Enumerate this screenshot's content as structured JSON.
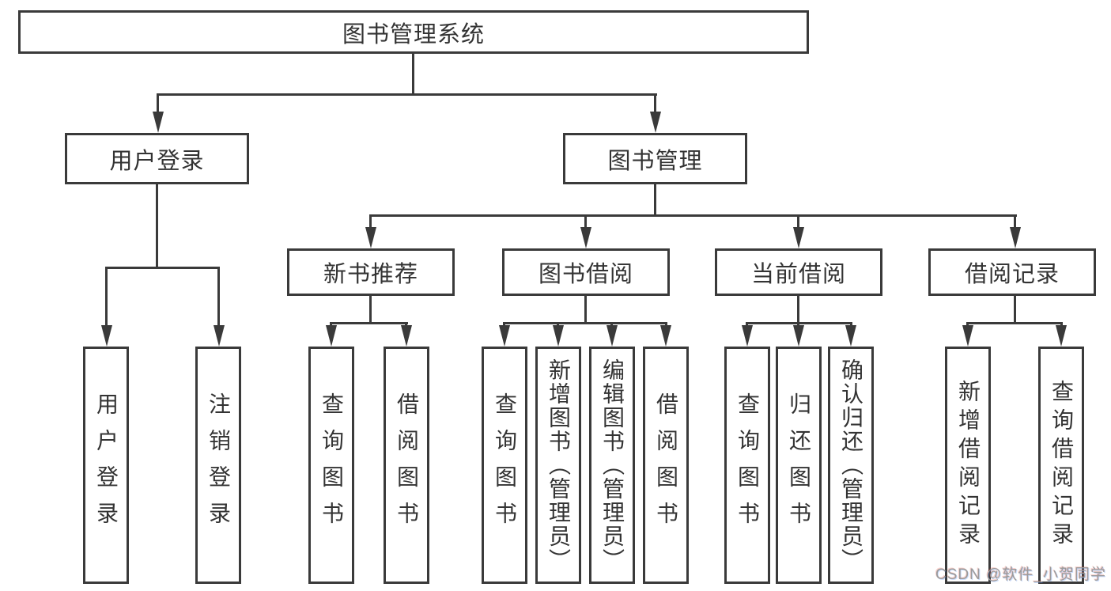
{
  "diagram": {
    "root": {
      "label": "图书管理系统"
    },
    "level2": [
      {
        "label": "用户登录"
      },
      {
        "label": "图书管理"
      }
    ],
    "level3": [
      {
        "label": "新书推荐"
      },
      {
        "label": "图书借阅"
      },
      {
        "label": "当前借阅"
      },
      {
        "label": "借阅记录"
      }
    ],
    "leaves": {
      "user_login": [
        {
          "label": "用户登录"
        },
        {
          "label": "注销登录"
        }
      ],
      "new_book": [
        {
          "label": "查询图书"
        },
        {
          "label": "借阅图书"
        }
      ],
      "borrow": [
        {
          "label": "查询图书"
        },
        {
          "label": "新增图书（管理员）"
        },
        {
          "label": "编辑图书（管理员）"
        },
        {
          "label": "借阅图书"
        }
      ],
      "current": [
        {
          "label": "查询图书"
        },
        {
          "label": "归还图书"
        },
        {
          "label": "确认归还（管理员）"
        }
      ],
      "records": [
        {
          "label": "新增借阅记录"
        },
        {
          "label": "查询借阅记录"
        }
      ]
    }
  },
  "watermark": {
    "text": "CSDN @软件_小贺同学"
  },
  "colors": {
    "line": "#3a3a3a",
    "text": "#333333",
    "watermark": "#9b9b9b",
    "background": "#ffffff"
  }
}
